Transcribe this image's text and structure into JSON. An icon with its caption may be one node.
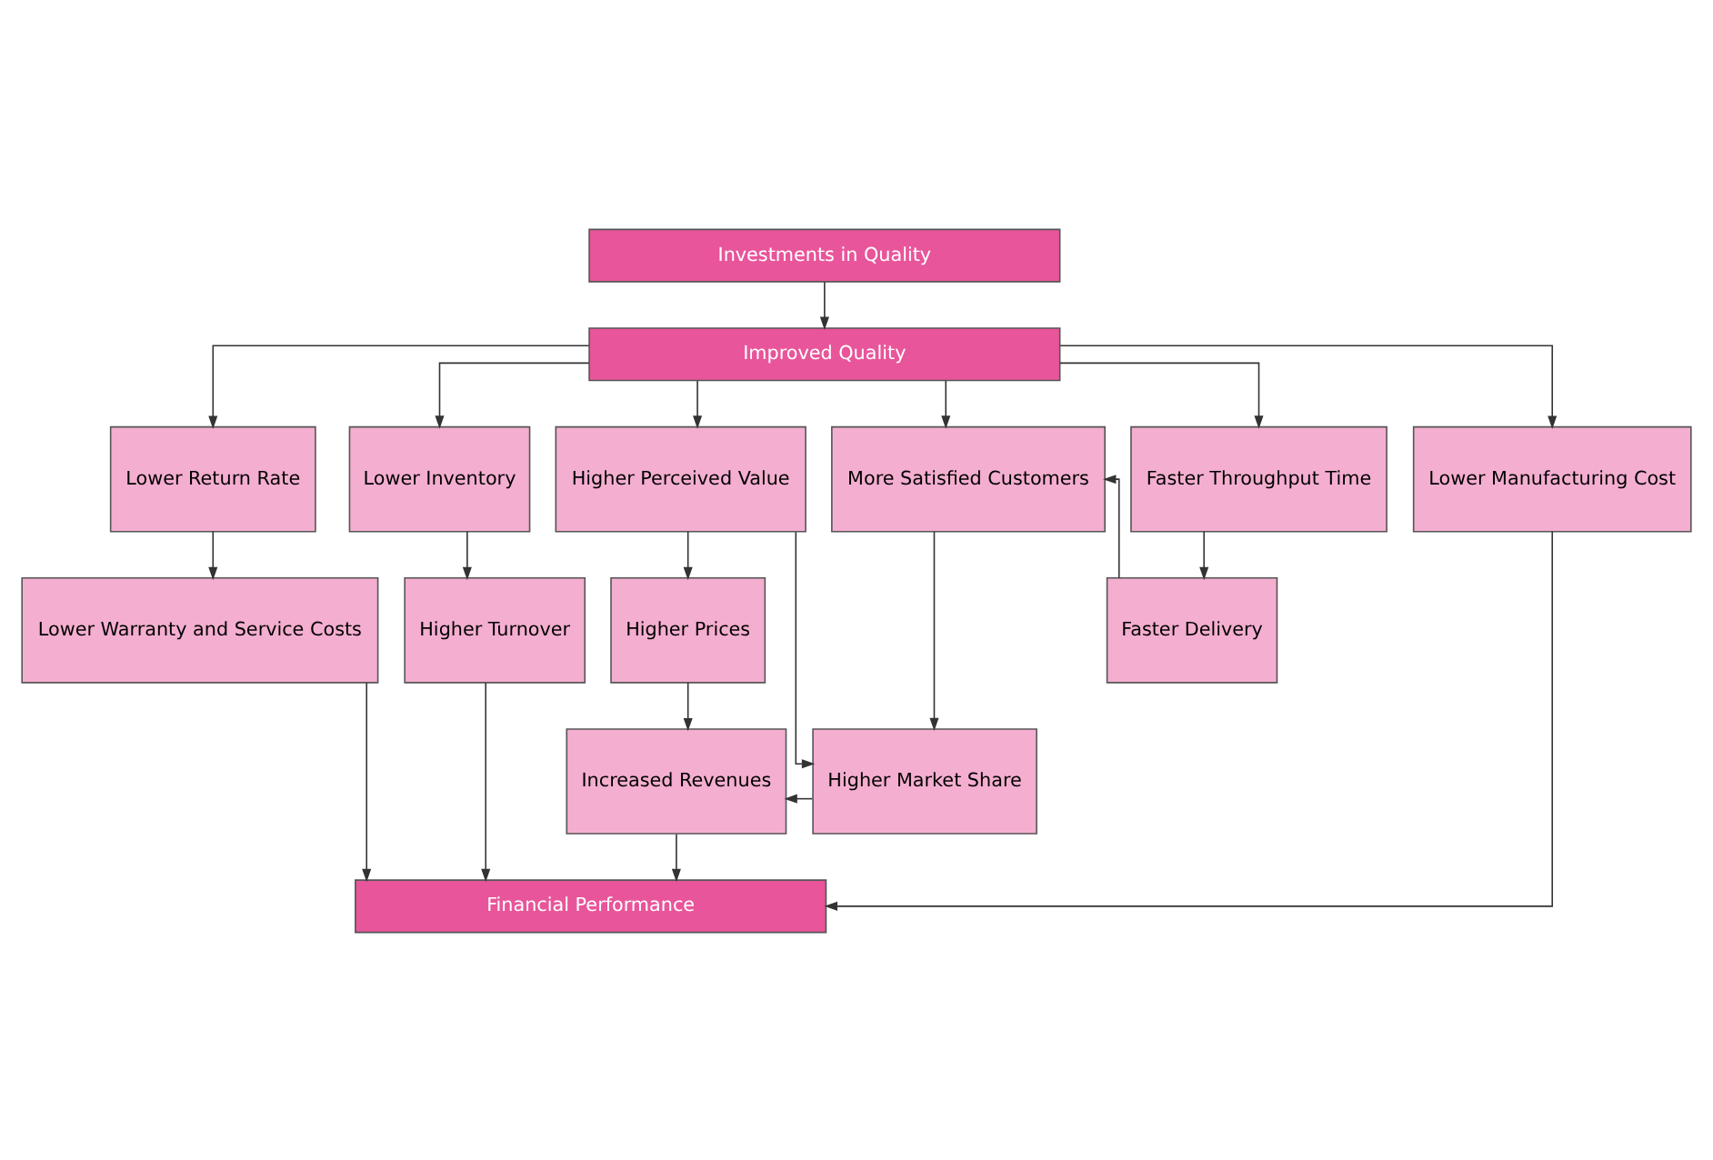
{
  "diagram": {
    "nodes": [
      {
        "text": [
          "Investments in Quality"
        ]
      },
      {
        "text": [
          "Improved Quality"
        ]
      },
      {
        "text": [
          "Lower Return Rate"
        ]
      },
      {
        "text": [
          "Lower Inventory"
        ]
      },
      {
        "text": [
          "Lower Manufacturing Cost"
        ]
      },
      {
        "text": [
          "Higher Perceived Value"
        ]
      },
      {
        "text": [
          "More Satisfied Customers"
        ]
      },
      {
        "text": [
          "Faster Throughput Time"
        ]
      },
      {
        "text": [
          "Lower Warranty and Service Costs"
        ]
      },
      {
        "text": [
          "Higher Turnover"
        ]
      },
      {
        "text": [
          "Higher Prices"
        ]
      },
      {
        "text": [
          "Faster Delivery"
        ]
      },
      {
        "text": [
          "Increased Revenues"
        ]
      },
      {
        "text": [
          "Higher Market Share"
        ]
      },
      {
        "text": [
          "Financial Performance"
        ]
      }
    ],
    "edges": [
      {
        "from": 0,
        "to": 1,
        "arrow": "to"
      },
      {
        "from": 1,
        "to": 2,
        "arrow": "to"
      },
      {
        "from": 1,
        "to": 3,
        "arrow": "to"
      },
      {
        "from": 1,
        "to": 4,
        "arrow": "to"
      },
      {
        "from": 1,
        "to": 5,
        "arrow": "to"
      },
      {
        "from": 1,
        "to": 6,
        "arrow": "to"
      },
      {
        "from": 1,
        "to": 7,
        "arrow": "to"
      },
      {
        "from": 2,
        "to": 8,
        "arrow": "to"
      },
      {
        "from": 3,
        "to": 9,
        "arrow": "to"
      },
      {
        "from": 5,
        "to": 10,
        "arrow": "to"
      },
      {
        "from": 5,
        "to": 13,
        "arrow": "to"
      },
      {
        "from": 6,
        "to": 13,
        "arrow": "to"
      },
      {
        "from": 7,
        "to": 11,
        "arrow": "to"
      },
      {
        "from": 11,
        "to": 6,
        "arrow": "to"
      },
      {
        "from": 10,
        "to": 12,
        "arrow": "to"
      },
      {
        "from": 13,
        "to": 12,
        "arrow": "to"
      },
      {
        "from": 8,
        "to": 14,
        "arrow": "to"
      },
      {
        "from": 9,
        "to": 14,
        "arrow": "to"
      },
      {
        "from": 4,
        "to": 14,
        "arrow": "to"
      },
      {
        "from": 12,
        "to": 14,
        "arrow": "to"
      }
    ]
  }
}
